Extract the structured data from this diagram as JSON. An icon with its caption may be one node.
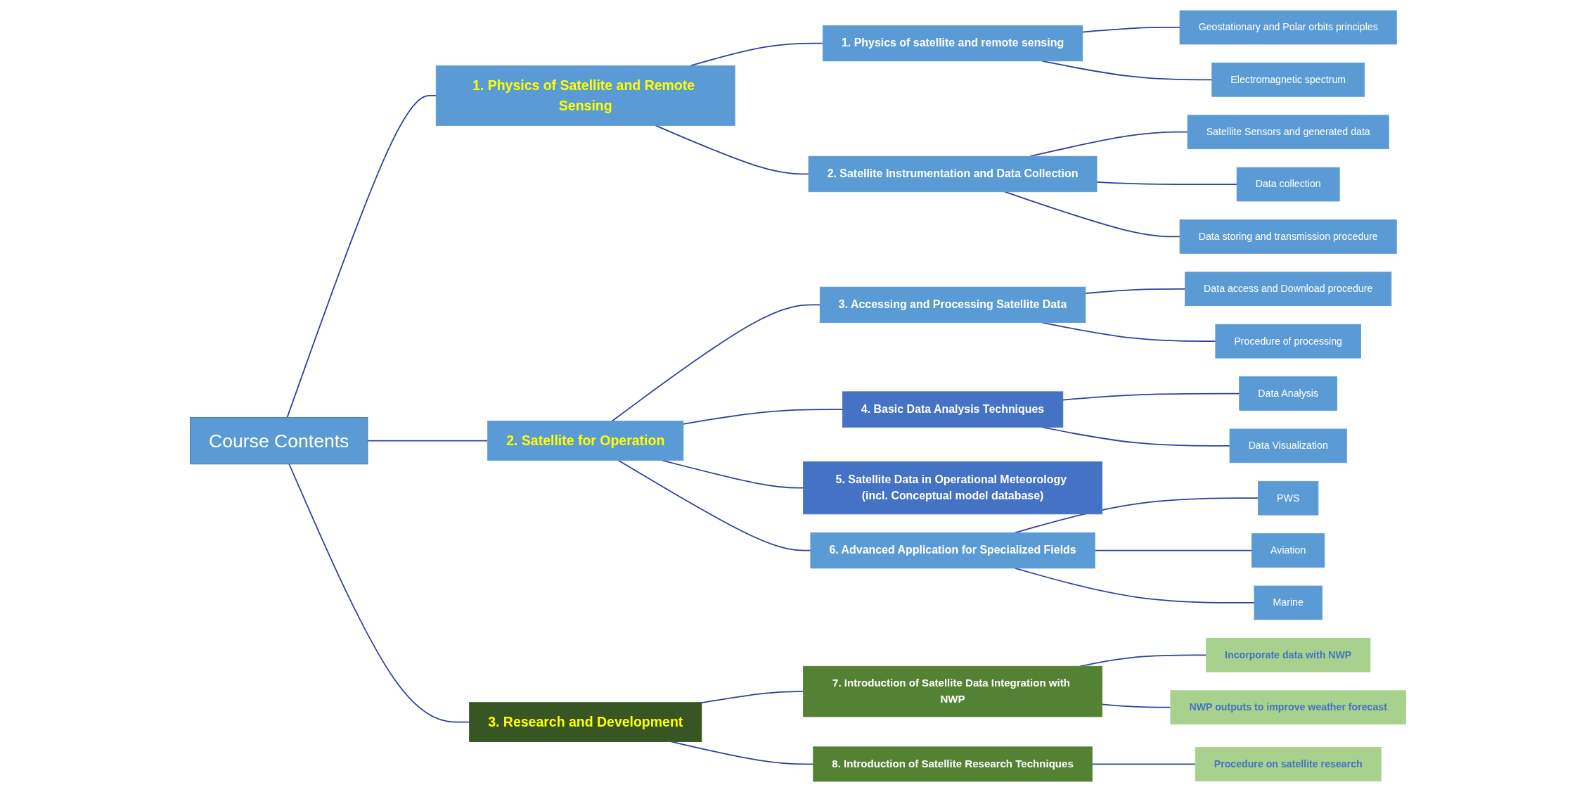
{
  "diagram": {
    "nodes": [
      {
        "text": [
          "Course Contents"
        ]
      },
      {
        "text": [
          "1. Physics of Satellite and Remote Sensing"
        ]
      },
      {
        "text": [
          "2. Satellite for Operation"
        ]
      },
      {
        "text": [
          "3. Research and Development"
        ]
      },
      {
        "text": [
          "1. Physics of satellite and remote sensing"
        ]
      },
      {
        "text": [
          "2. Satellite Instrumentation and Data Collection"
        ]
      },
      {
        "text": [
          "Geostationary and Polar orbits principles"
        ]
      },
      {
        "text": [
          "Electromagnetic spectrum"
        ]
      },
      {
        "text": [
          "Satellite Sensors and generated data"
        ]
      },
      {
        "text": [
          "Data collection"
        ]
      },
      {
        "text": [
          "Data storing and transmission procedure"
        ]
      },
      {
        "text": [
          "3. Accessing and Processing Satellite Data"
        ]
      },
      {
        "text": [
          "4. Basic Data Analysis Techniques"
        ]
      },
      {
        "text": [
          "5. Satellite Data in Operational Meteorology (incl. Conceptual model database)"
        ]
      },
      {
        "text": [
          "6. Advanced Application for Specialized Fields"
        ]
      },
      {
        "text": [
          "Data access and Download procedure"
        ]
      },
      {
        "text": [
          "Procedure of processing"
        ]
      },
      {
        "text": [
          "Data Analysis"
        ]
      },
      {
        "text": [
          "Data Visualization"
        ]
      },
      {
        "text": [
          "PWS"
        ]
      },
      {
        "text": [
          "Aviation"
        ]
      },
      {
        "text": [
          "Marine"
        ]
      },
      {
        "text": [
          "7. Introduction of Satellite Data Integration with NWP"
        ]
      },
      {
        "text": [
          "8. Introduction of Satellite Research Techniques"
        ]
      },
      {
        "text": [
          "Incorporate data with NWP"
        ]
      },
      {
        "text": [
          "NWP outputs to improve weather forecast"
        ]
      },
      {
        "text": [
          "Procedure on satellite research"
        ]
      }
    ],
    "edges": [
      {
        "from": 0,
        "to": 1,
        "arrow": "none"
      },
      {
        "from": 0,
        "to": 2,
        "arrow": "none"
      },
      {
        "from": 0,
        "to": 3,
        "arrow": "none"
      },
      {
        "from": 1,
        "to": 4,
        "arrow": "none"
      },
      {
        "from": 1,
        "to": 5,
        "arrow": "none"
      },
      {
        "from": 4,
        "to": 6,
        "arrow": "none"
      },
      {
        "from": 4,
        "to": 7,
        "arrow": "none"
      },
      {
        "from": 5,
        "to": 8,
        "arrow": "none"
      },
      {
        "from": 5,
        "to": 9,
        "arrow": "none"
      },
      {
        "from": 5,
        "to": 10,
        "arrow": "none"
      },
      {
        "from": 2,
        "to": 11,
        "arrow": "none"
      },
      {
        "from": 2,
        "to": 12,
        "arrow": "none"
      },
      {
        "from": 2,
        "to": 13,
        "arrow": "none"
      },
      {
        "from": 2,
        "to": 14,
        "arrow": "none"
      },
      {
        "from": 11,
        "to": 15,
        "arrow": "none"
      },
      {
        "from": 11,
        "to": 16,
        "arrow": "none"
      },
      {
        "from": 12,
        "to": 17,
        "arrow": "none"
      },
      {
        "from": 12,
        "to": 18,
        "arrow": "none"
      },
      {
        "from": 14,
        "to": 19,
        "arrow": "none"
      },
      {
        "from": 14,
        "to": 20,
        "arrow": "none"
      },
      {
        "from": 14,
        "to": 21,
        "arrow": "none"
      },
      {
        "from": 3,
        "to": 22,
        "arrow": "none"
      },
      {
        "from": 3,
        "to": 23,
        "arrow": "none"
      },
      {
        "from": 22,
        "to": 24,
        "arrow": "none"
      },
      {
        "from": 22,
        "to": 25,
        "arrow": "none"
      },
      {
        "from": 23,
        "to": 26,
        "arrow": "none"
      }
    ]
  }
}
